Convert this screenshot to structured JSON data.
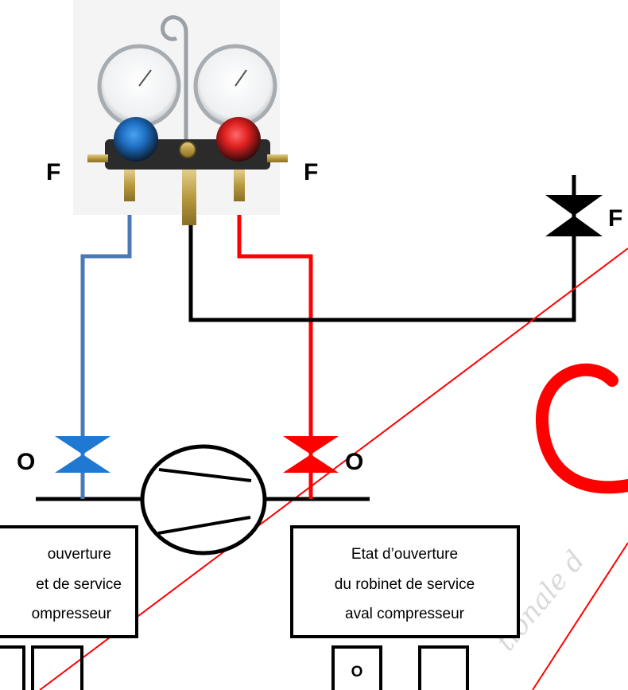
{
  "manifold": {
    "left_valve_state": "F",
    "right_valve_state": "F",
    "left_knob_color": "#1f6fc4",
    "right_knob_color": "#e02020"
  },
  "charge_valve": {
    "state": "F",
    "color": "#000000"
  },
  "low_side_valve": {
    "state": "O",
    "color": "#1f78d1"
  },
  "high_side_valve": {
    "state": "O",
    "color": "#ff0000"
  },
  "hoses": {
    "low_color": "#4a7ab5",
    "high_color": "#ff0000",
    "service_color": "#000000"
  },
  "left_box": {
    "lines": [
      "ouverture",
      "et de service",
      "ompresseur"
    ],
    "checkbox_1": "",
    "checkbox_2": ""
  },
  "right_box": {
    "lines": [
      "Etat d’ouverture",
      "du robinet de service",
      "aval compresseur"
    ],
    "checkbox_1": "O",
    "checkbox_2": ""
  },
  "watermark": {
    "text": "tionale d",
    "color": "#d9d9d9"
  },
  "stamp": {
    "mark": "C",
    "color": "#ff0000"
  }
}
